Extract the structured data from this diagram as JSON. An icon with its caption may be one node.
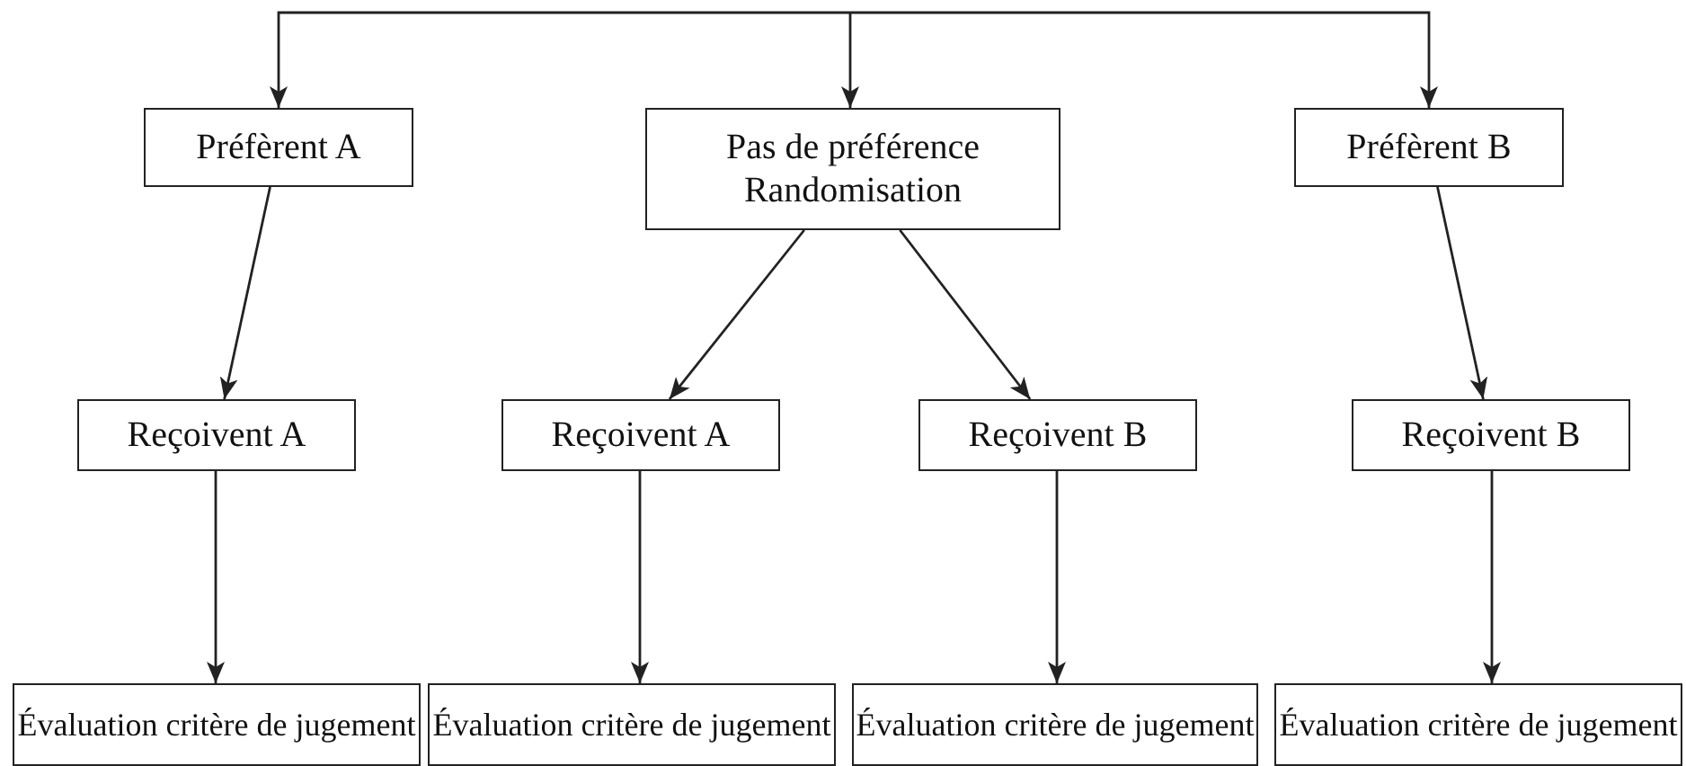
{
  "diagram": {
    "nodes": [
      {
        "text": [
          "Préfèrent A"
        ]
      },
      {
        "text": [
          "Pas de préférence Randomisation"
        ]
      },
      {
        "text": [
          "Préfèrent B"
        ]
      },
      {
        "text": [
          "Reçoivent A"
        ]
      },
      {
        "text": [
          "Reçoivent A"
        ]
      },
      {
        "text": [
          "Reçoivent B"
        ]
      },
      {
        "text": [
          "Reçoivent B"
        ]
      },
      {
        "text": [
          "Évaluation critère de jugement"
        ]
      },
      {
        "text": [
          "Évaluation critère de jugement"
        ]
      },
      {
        "text": [
          "Évaluation critère de jugement"
        ]
      },
      {
        "text": [
          "Évaluation critère de jugement"
        ]
      }
    ],
    "edges": [
      {
        "from": null,
        "to": 0,
        "arrow": "to"
      },
      {
        "from": null,
        "to": 1,
        "arrow": "to"
      },
      {
        "from": null,
        "to": 2,
        "arrow": "to"
      },
      {
        "from": 0,
        "to": 3,
        "arrow": "to"
      },
      {
        "from": 1,
        "to": 4,
        "arrow": "to"
      },
      {
        "from": 1,
        "to": 5,
        "arrow": "to"
      },
      {
        "from": 2,
        "to": 6,
        "arrow": "to"
      },
      {
        "from": 3,
        "to": 7,
        "arrow": "to"
      },
      {
        "from": 4,
        "to": 8,
        "arrow": "to"
      },
      {
        "from": 5,
        "to": 9,
        "arrow": "to"
      },
      {
        "from": 6,
        "to": 10,
        "arrow": "to"
      }
    ]
  }
}
